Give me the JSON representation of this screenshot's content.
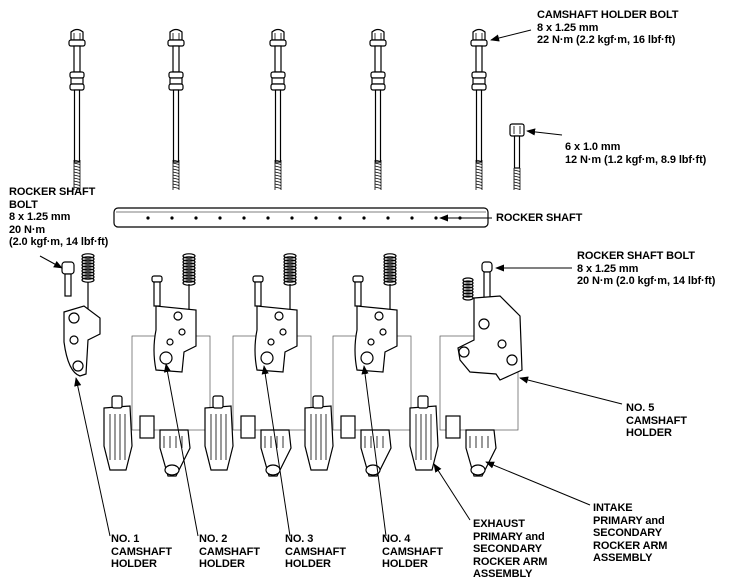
{
  "labels": {
    "camshaft_holder_bolt": {
      "name": "CAMSHAFT HOLDER BOLT",
      "size": "8 x 1.25 mm",
      "torque": "22 N·m (2.2 kgf·m, 16 lbf·ft)"
    },
    "small_bolt": {
      "size": "6 x 1.0 mm",
      "torque": "12 N·m (1.2 kgf·m, 8.9 lbf·ft)"
    },
    "rocker_shaft_bolt_left": {
      "line1": "ROCKER SHAFT",
      "line2": "BOLT",
      "size": "8 x 1.25 mm",
      "torque1": "20 N·m",
      "torque2": "(2.0 kgf·m, 14 lbf·ft)"
    },
    "rocker_shaft": "ROCKER SHAFT",
    "rocker_shaft_bolt_right": {
      "name": "ROCKER SHAFT BOLT",
      "size": "8 x 1.25 mm",
      "torque": "20 N·m (2.0 kgf·m, 14 lbf·ft)"
    },
    "no5": {
      "line1": "NO. 5",
      "line2": "CAMSHAFT",
      "line3": "HOLDER"
    },
    "no1": {
      "line1": "NO. 1",
      "line2": "CAMSHAFT",
      "line3": "HOLDER"
    },
    "no2": {
      "line1": "NO. 2",
      "line2": "CAMSHAFT",
      "line3": "HOLDER"
    },
    "no3": {
      "line1": "NO. 3",
      "line2": "CAMSHAFT",
      "line3": "HOLDER"
    },
    "no4": {
      "line1": "NO. 4",
      "line2": "CAMSHAFT",
      "line3": "HOLDER"
    },
    "exhaust": {
      "line1": "EXHAUST",
      "line2": "PRIMARY and",
      "line3": "SECONDARY",
      "line4": "ROCKER ARM",
      "line5": "ASSEMBLY"
    },
    "intake": {
      "line1": "INTAKE",
      "line2": "PRIMARY and",
      "line3": "SECONDARY",
      "line4": "ROCKER ARM",
      "line5": "ASSEMBLY"
    }
  }
}
